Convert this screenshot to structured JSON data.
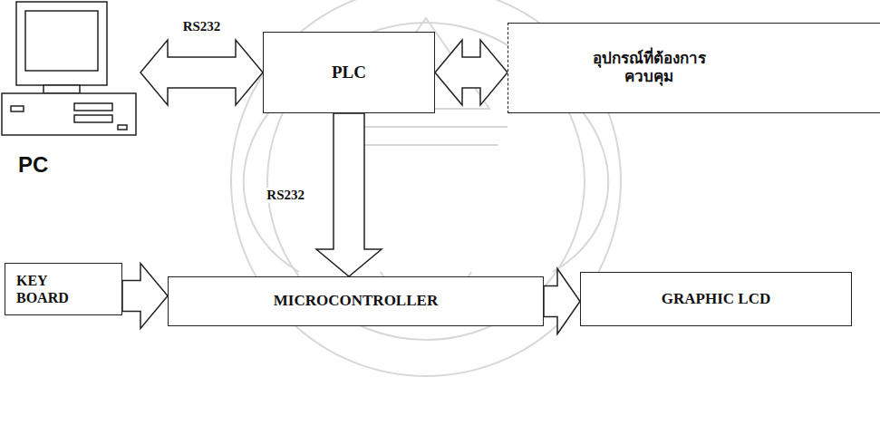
{
  "diagram": {
    "nodes": [
      {
        "text": [
          "PC"
        ]
      },
      {
        "text": [
          "PLC"
        ]
      },
      {
        "text": [
          "อุปกรณ์ที่ต้องการ ควบคุม"
        ]
      },
      {
        "text": [
          "KEY BOARD"
        ]
      },
      {
        "text": [
          "MICROCONTROLLER"
        ]
      },
      {
        "text": [
          "GRAPHIC LCD"
        ]
      }
    ],
    "edges": [
      {
        "from": 0,
        "to": 1,
        "label": "RS232",
        "arrow": "both"
      },
      {
        "from": 1,
        "to": 2,
        "arrow": "both"
      },
      {
        "from": 1,
        "to": 4,
        "label": "RS232",
        "arrow": "to"
      },
      {
        "from": 3,
        "to": 4,
        "arrow": "to"
      },
      {
        "from": 4,
        "to": 5,
        "arrow": "to"
      }
    ]
  }
}
